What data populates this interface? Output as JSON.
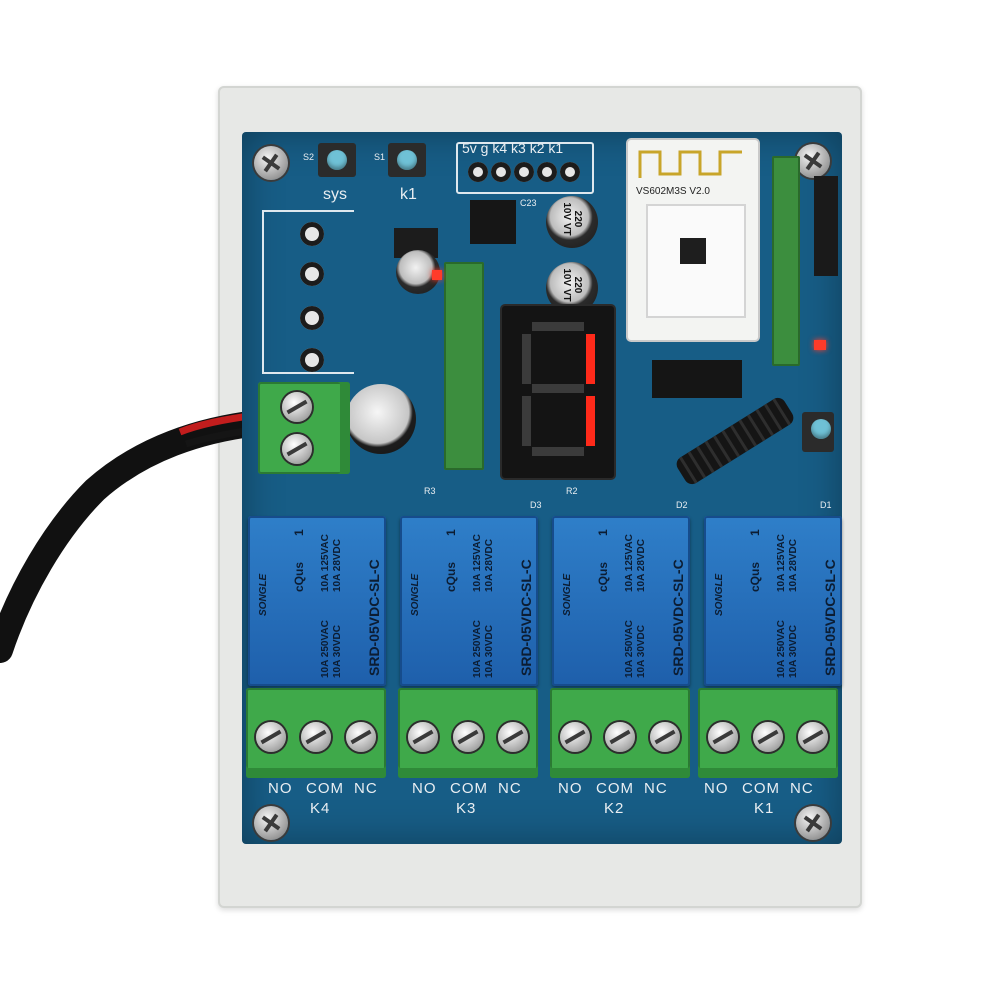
{
  "silkscreen": {
    "btn_sys": "sys",
    "btn_k1": "k1",
    "s2": "S2",
    "s1": "S1",
    "header_pins": "5v  g  k4  k3  k2  k1",
    "module_label": "VS602M3S V2.0",
    "c23": "C23",
    "cap1_text": "220 10V VT",
    "cap2_text": "220 10V VT",
    "relay_headers": [
      "R3",
      "D3",
      "R2",
      "D2",
      "D1"
    ]
  },
  "display": {
    "digit": "1"
  },
  "relays": [
    {
      "brand": "SONGLE",
      "model": "SRD-05VDC-SL-C",
      "rating_ac": "10A 250VAC",
      "rating_dc": "10A 30VDC",
      "rating_ac2": "10A 125VAC",
      "rating_dc2": "10A 28VDC",
      "cert": "cQus",
      "num": "1"
    },
    {
      "brand": "SONGLE",
      "model": "SRD-05VDC-SL-C",
      "rating_ac": "10A 250VAC",
      "rating_dc": "10A 30VDC",
      "rating_ac2": "10A 125VAC",
      "rating_dc2": "10A 28VDC",
      "cert": "cQus",
      "num": "1"
    },
    {
      "brand": "SONGLE",
      "model": "SRD-05VDC-SL-C",
      "rating_ac": "10A 250VAC",
      "rating_dc": "10A 30VDC",
      "rating_ac2": "10A 125VAC",
      "rating_dc2": "10A 28VDC",
      "cert": "cQus",
      "num": "1"
    },
    {
      "brand": "SONGLE",
      "model": "SRD-05VDC-SL-C",
      "rating_ac": "10A 250VAC",
      "rating_dc": "10A 30VDC",
      "rating_ac2": "10A 125VAC",
      "rating_dc2": "10A 28VDC",
      "cert": "cQus",
      "num": "1"
    }
  ],
  "channels": [
    {
      "no": "NO",
      "com": "COM",
      "nc": "NC",
      "name": "K4"
    },
    {
      "no": "NO",
      "com": "COM",
      "nc": "NC",
      "name": "K3"
    },
    {
      "no": "NO",
      "com": "COM",
      "nc": "NC",
      "name": "K2"
    },
    {
      "no": "NO",
      "com": "COM",
      "nc": "NC",
      "name": "K1"
    }
  ],
  "colors": {
    "pcb": "#175d86",
    "relay": "#2a74c2",
    "terminal": "#3fa94a",
    "display_segment": "#ff2a1a",
    "tray": "#e7e8e6"
  }
}
